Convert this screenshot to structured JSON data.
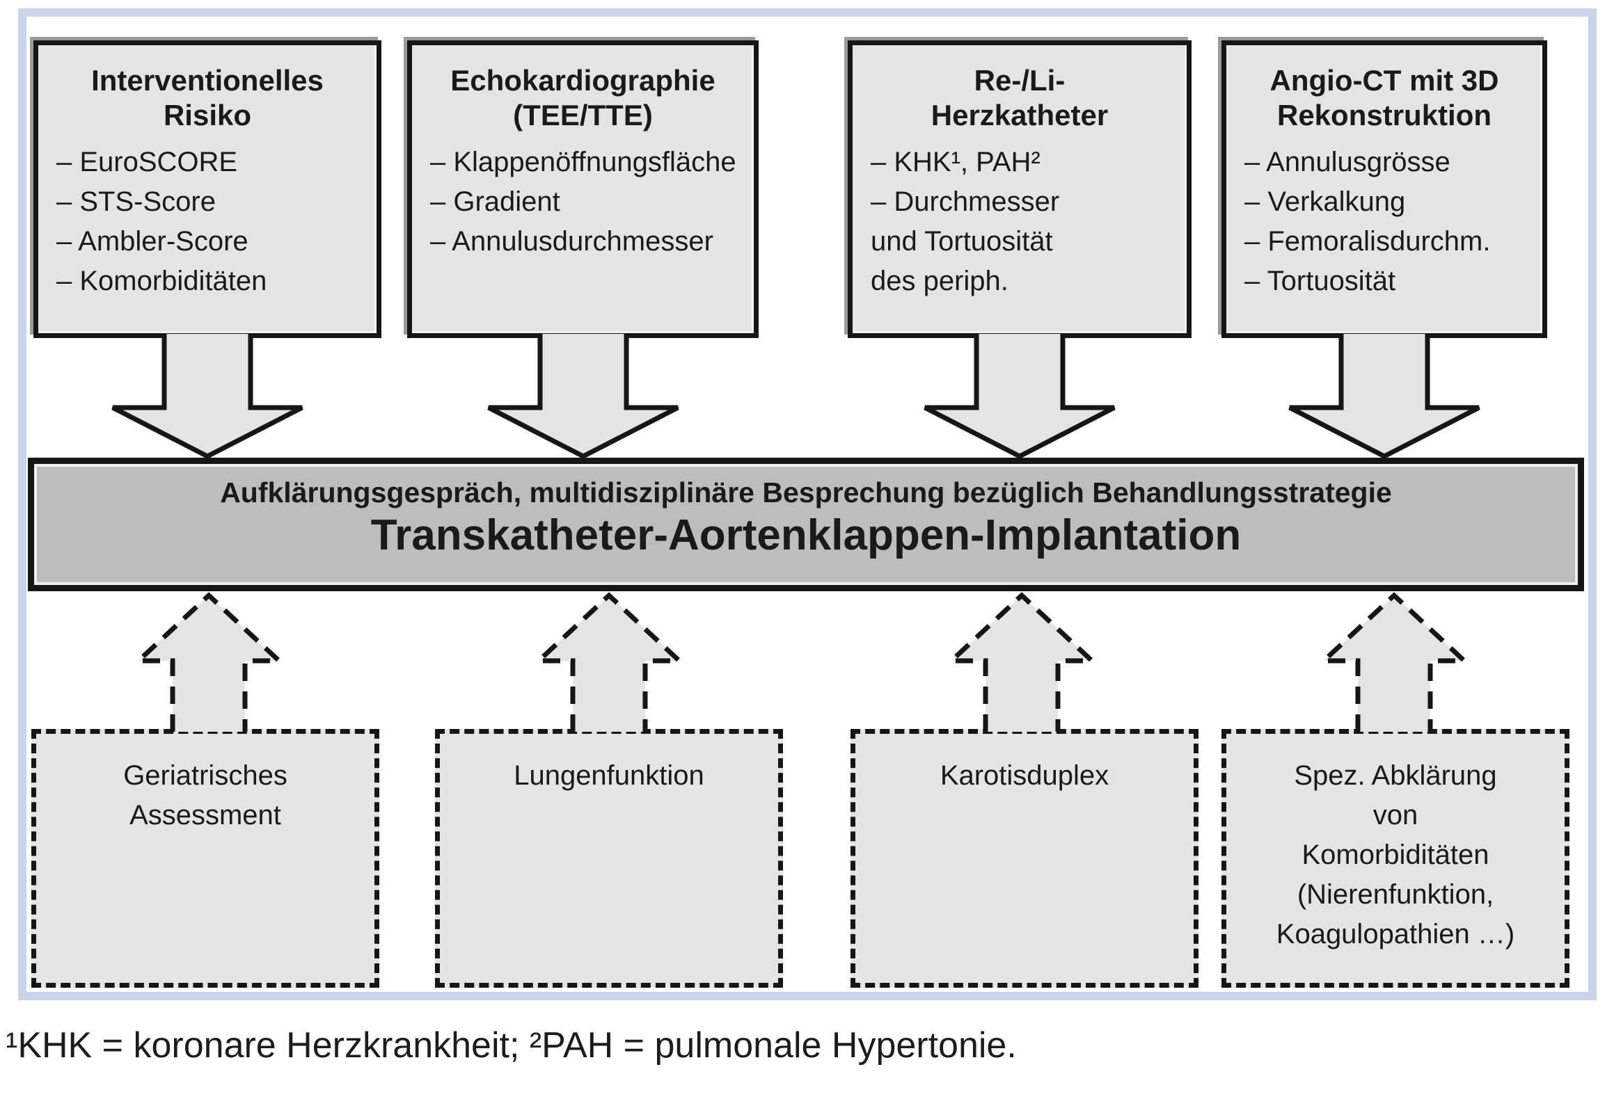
{
  "figure": {
    "top_boxes": [
      {
        "title_lines": [
          "Interventionelles",
          "Risiko"
        ],
        "items": [
          "– EuroSCORE",
          "– STS-Score",
          "– Ambler-Score",
          "– Komorbiditäten"
        ]
      },
      {
        "title_lines": [
          "Echokardiographie",
          "(TEE/TTE)"
        ],
        "items": [
          "– Klappenöffnungsfläche",
          "– Gradient",
          "– Annulusdurchmesser"
        ]
      },
      {
        "title_lines": [
          "Re-/Li-",
          "Herzkatheter"
        ],
        "items": [
          "– KHK¹, PAH²",
          "– Durchmesser",
          "und Tortuosität",
          "des periph."
        ]
      },
      {
        "title_lines": [
          "Angio-CT mit 3D",
          "Rekonstruktion"
        ],
        "items": [
          "– Annulusgrösse",
          "– Verkalkung",
          "– Femoralisdurchm.",
          "– Tortuosität"
        ]
      }
    ],
    "center_bar": {
      "line1": "Aufklärungsgespräch, multidisziplinäre Besprechung bezüglich Behandlungsstrategie",
      "line2": "Transkatheter-Aortenklappen-Implantation"
    },
    "bottom_boxes": [
      {
        "lines": [
          "Geriatrisches",
          "Assessment"
        ]
      },
      {
        "lines": [
          "Lungenfunktion"
        ]
      },
      {
        "lines": [
          "Karotisduplex"
        ]
      },
      {
        "lines": [
          "Spez. Abklärung",
          "von",
          "Komorbiditäten",
          "(Nierenfunktion,",
          "Koagulopathien …)"
        ]
      }
    ],
    "footnote": "¹KHK = koronare Herzkrankheit; ²PAH = pulmonale Hypertonie.",
    "colors": {
      "box_fill": "#e4e4e4",
      "bar_fill": "#bdbdbd",
      "outline": "#161616",
      "frame_border": "#ccd4ec"
    }
  }
}
